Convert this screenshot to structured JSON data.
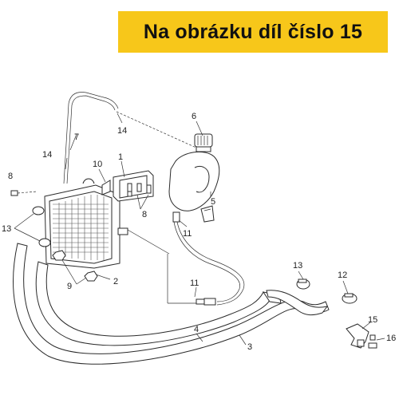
{
  "banner": {
    "text": "Na obrázku díl číslo 15",
    "color": "#f7c71a"
  },
  "callouts": {
    "p1": "1",
    "p2": "2",
    "p3": "3",
    "p4": "4",
    "p5": "5",
    "p6": "6",
    "p7": "7",
    "p8a": "8",
    "p8b": "8",
    "p9": "9",
    "p10": "10",
    "p11a": "11",
    "p11b": "11",
    "p12": "12",
    "p13a": "13",
    "p13b": "13",
    "p14a": "14",
    "p14b": "14",
    "p15": "15",
    "p16": "16"
  }
}
